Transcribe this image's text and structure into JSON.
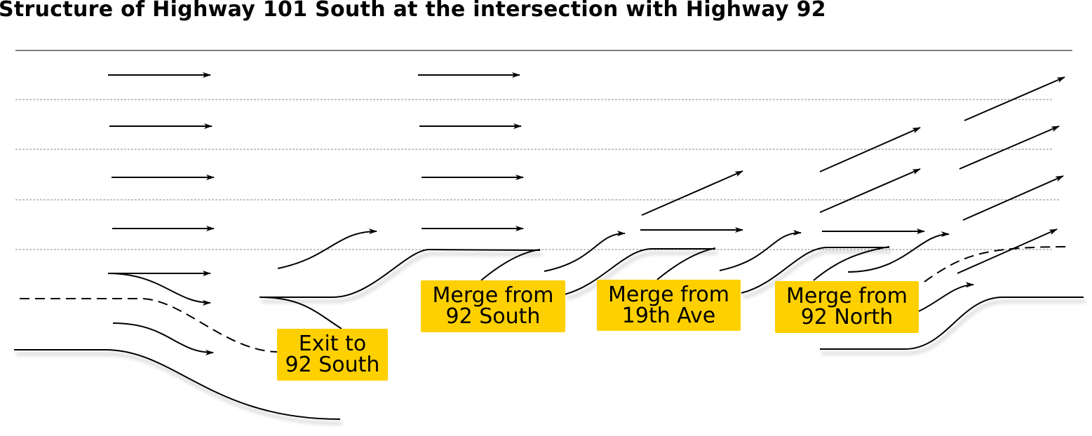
{
  "title": "Structure of Highway 101 South at the intersection with Highway 92",
  "labels": {
    "exit_92_south": [
      "Exit to",
      "92 South"
    ],
    "merge_92_south": [
      "Merge from",
      "92 South"
    ],
    "merge_19th_ave": [
      "Merge from",
      "19th Ave"
    ],
    "merge_92_north": [
      "Merge from",
      "92 North"
    ]
  },
  "colors": {
    "label_bg": "#FFD000",
    "line": "#000000",
    "lane_divider": "#888888"
  }
}
